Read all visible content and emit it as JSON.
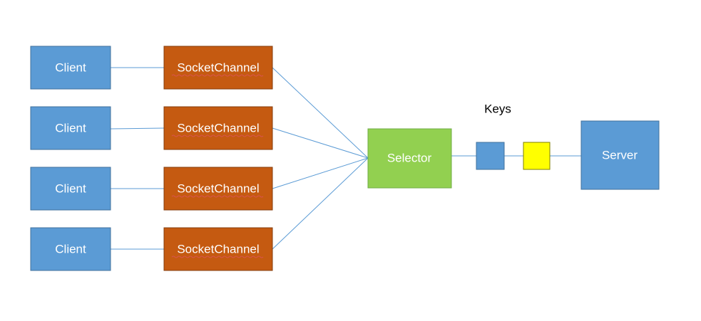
{
  "clients": [
    {
      "label": "Client"
    },
    {
      "label": "Client"
    },
    {
      "label": "Client"
    },
    {
      "label": "Client"
    }
  ],
  "channels": [
    {
      "label": "SocketChannel"
    },
    {
      "label": "SocketChannel"
    },
    {
      "label": "SocketChannel"
    },
    {
      "label": "SocketChannel"
    }
  ],
  "selector": {
    "label": "Selector"
  },
  "keys": {
    "label": "Keys"
  },
  "server": {
    "label": "Server"
  },
  "colors": {
    "client": "#5b9bd5",
    "channel": "#c55a11",
    "selector": "#92d050",
    "key_blue": "#5b9bd5",
    "key_yellow": "#ffff00",
    "server": "#5b9bd5",
    "edge": "#5b9bd5"
  }
}
